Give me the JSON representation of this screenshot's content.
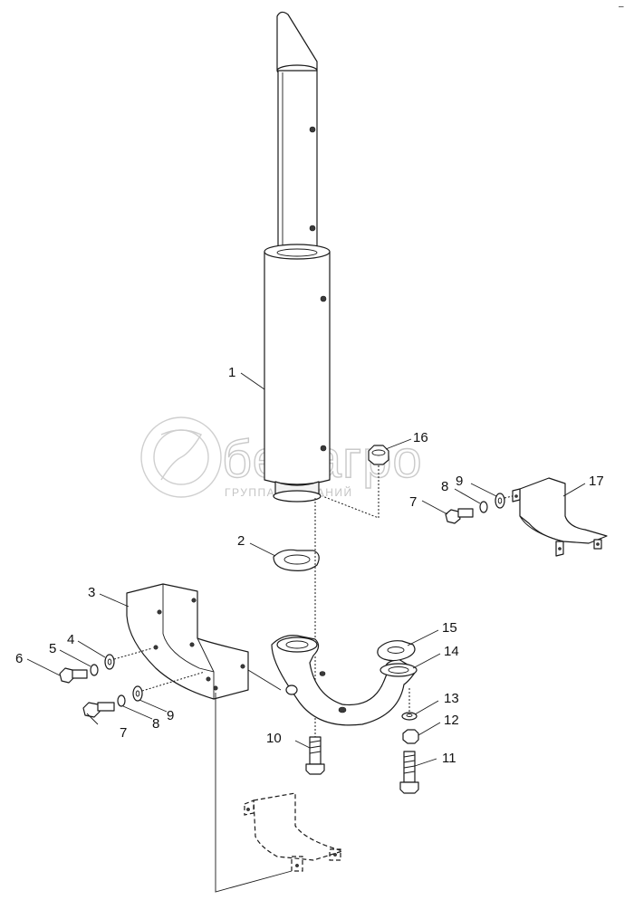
{
  "watermark": {
    "brand": "белагро",
    "subtitle": "ГРУППА КОМПАНИЙ"
  },
  "callouts": [
    {
      "id": "c1",
      "label": "1"
    },
    {
      "id": "c2",
      "label": "2"
    },
    {
      "id": "c3",
      "label": "3"
    },
    {
      "id": "c4",
      "label": "4"
    },
    {
      "id": "c5",
      "label": "5"
    },
    {
      "id": "c6",
      "label": "6"
    },
    {
      "id": "c7a",
      "label": "7"
    },
    {
      "id": "c8a",
      "label": "8"
    },
    {
      "id": "c9a",
      "label": "9"
    },
    {
      "id": "c7b",
      "label": "7"
    },
    {
      "id": "c8b",
      "label": "8"
    },
    {
      "id": "c9b",
      "label": "9"
    },
    {
      "id": "c10",
      "label": "10"
    },
    {
      "id": "c11",
      "label": "11"
    },
    {
      "id": "c12",
      "label": "12"
    },
    {
      "id": "c13",
      "label": "13"
    },
    {
      "id": "c14",
      "label": "14"
    },
    {
      "id": "c15",
      "label": "15"
    },
    {
      "id": "c16",
      "label": "16"
    },
    {
      "id": "c17",
      "label": "17"
    }
  ],
  "corner_mark": "–"
}
